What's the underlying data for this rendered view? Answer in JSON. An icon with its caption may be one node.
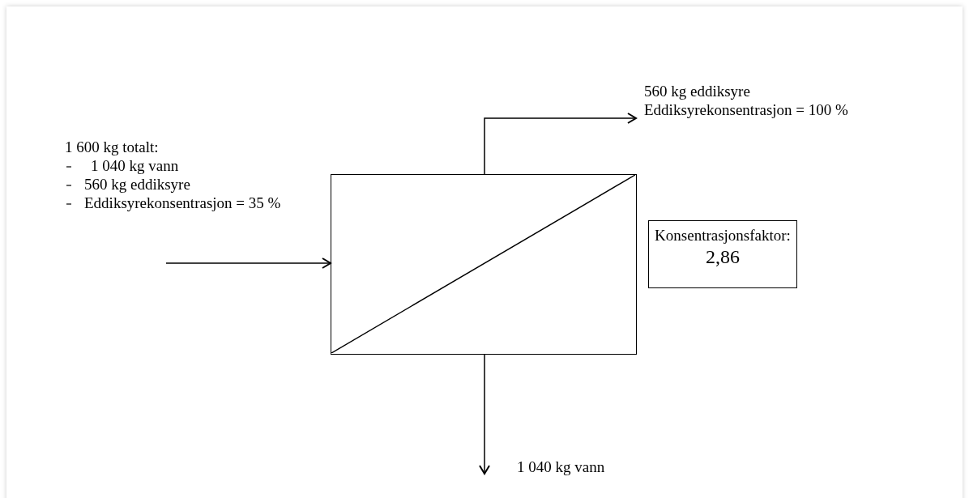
{
  "diagram": {
    "nodes": [
      {
        "text": [
          "1 600 kg totalt:",
          "1 040 kg vann",
          "560 kg eddiksyre",
          "Eddiksyrekonsentrasjon = 35 %"
        ]
      },
      {
        "text": [],
        "shape": "box"
      },
      {
        "text": [
          "560 kg eddiksyre",
          "Eddiksyrekonsentrasjon = 100 %"
        ]
      },
      {
        "text": [
          "1 040 kg vann"
        ]
      },
      {
        "text": [
          "Konsentrasjonsfaktor:",
          "2,86"
        ]
      }
    ],
    "edges": [
      {
        "from": 0,
        "to": 1,
        "arrow": "to"
      },
      {
        "from": 1,
        "to": 2,
        "arrow": "to"
      },
      {
        "from": 1,
        "to": 3,
        "arrow": "to"
      }
    ]
  }
}
